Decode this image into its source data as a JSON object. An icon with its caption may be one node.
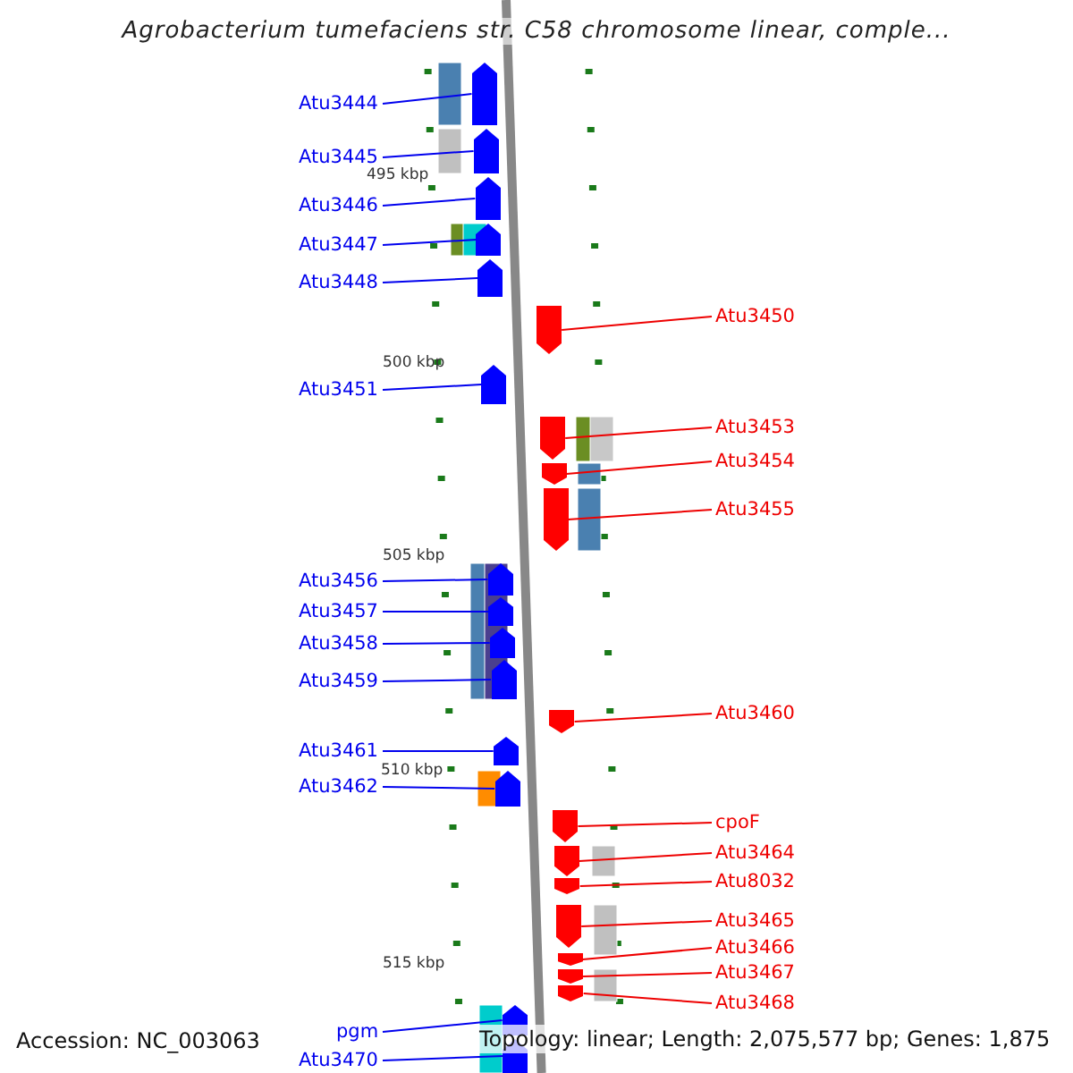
{
  "diagram": {
    "title": "Agrobacterium tumefaciens str. C58 chromosome linear, comple...",
    "nodes": [
      {
        "text": [
          "Atu3444"
        ]
      },
      {
        "text": [],
        "shape": "arrow"
      },
      {
        "text": [
          "Atu3445"
        ]
      },
      {
        "text": [],
        "shape": "arrow"
      },
      {
        "text": [
          "Atu3446"
        ]
      },
      {
        "text": [],
        "shape": "arrow"
      },
      {
        "text": [
          "Atu3447"
        ]
      },
      {
        "text": [],
        "shape": "arrow"
      },
      {
        "text": [
          "Atu3448"
        ]
      },
      {
        "text": [],
        "shape": "arrow"
      },
      {
        "text": [
          "Atu3450"
        ]
      },
      {
        "text": [],
        "shape": "arrow"
      },
      {
        "text": [
          "Atu3451"
        ]
      },
      {
        "text": [],
        "shape": "arrow"
      },
      {
        "text": [
          "Atu3453"
        ]
      },
      {
        "text": [],
        "shape": "arrow"
      },
      {
        "text": [
          "Atu3454"
        ]
      },
      {
        "text": [],
        "shape": "arrow"
      },
      {
        "text": [
          "Atu3455"
        ]
      },
      {
        "text": [],
        "shape": "arrow"
      },
      {
        "text": [
          "Atu3456"
        ]
      },
      {
        "text": [],
        "shape": "arrow"
      },
      {
        "text": [
          "Atu3457"
        ]
      },
      {
        "text": [],
        "shape": "arrow"
      },
      {
        "text": [
          "Atu3458"
        ]
      },
      {
        "text": [],
        "shape": "arrow"
      },
      {
        "text": [
          "Atu3459"
        ]
      },
      {
        "text": [],
        "shape": "arrow"
      },
      {
        "text": [
          "Atu3460"
        ]
      },
      {
        "text": [],
        "shape": "arrow"
      },
      {
        "text": [
          "Atu3461"
        ]
      },
      {
        "text": [],
        "shape": "arrow"
      },
      {
        "text": [
          "Atu3462"
        ]
      },
      {
        "text": [],
        "shape": "arrow"
      },
      {
        "text": [
          "cpoF"
        ]
      },
      {
        "text": [],
        "shape": "arrow"
      },
      {
        "text": [
          "Atu3464"
        ]
      },
      {
        "text": [],
        "shape": "arrow"
      },
      {
        "text": [
          "Atu8032"
        ]
      },
      {
        "text": [],
        "shape": "arrow"
      },
      {
        "text": [
          "Atu3465"
        ]
      },
      {
        "text": [],
        "shape": "arrow"
      },
      {
        "text": [
          "Atu3466"
        ]
      },
      {
        "text": [],
        "shape": "arrow"
      },
      {
        "text": [
          "Atu3467"
        ]
      },
      {
        "text": [],
        "shape": "arrow"
      },
      {
        "text": [
          "Atu3468"
        ]
      },
      {
        "text": [],
        "shape": "arrow"
      },
      {
        "text": [
          "pgm"
        ]
      },
      {
        "text": [],
        "shape": "arrow"
      },
      {
        "text": [
          "Atu3470"
        ]
      },
      {
        "text": [],
        "shape": "arrow"
      }
    ],
    "edges": [
      {
        "from": 0,
        "to": 1,
        "arrow": "none"
      },
      {
        "from": 2,
        "to": 3,
        "arrow": "none"
      },
      {
        "from": 4,
        "to": 5,
        "arrow": "none"
      },
      {
        "from": 6,
        "to": 7,
        "arrow": "none"
      },
      {
        "from": 8,
        "to": 9,
        "arrow": "none"
      },
      {
        "from": 10,
        "to": 11,
        "arrow": "none",
        "color": "#ee0000"
      },
      {
        "from": 12,
        "to": 13,
        "arrow": "none"
      },
      {
        "from": 14,
        "to": 15,
        "arrow": "none",
        "color": "#ee0000"
      },
      {
        "from": 16,
        "to": 17,
        "arrow": "none",
        "color": "#ee0000"
      },
      {
        "from": 18,
        "to": 19,
        "arrow": "none",
        "color": "#ee0000"
      },
      {
        "from": 20,
        "to": 21,
        "arrow": "none"
      },
      {
        "from": 22,
        "to": 23,
        "arrow": "none"
      },
      {
        "from": 24,
        "to": 25,
        "arrow": "none"
      },
      {
        "from": 26,
        "to": 27,
        "arrow": "none"
      },
      {
        "from": 28,
        "to": 29,
        "arrow": "none",
        "color": "#ee0000"
      },
      {
        "from": 30,
        "to": 31,
        "arrow": "none"
      },
      {
        "from": 32,
        "to": 33,
        "arrow": "none"
      },
      {
        "from": 34,
        "to": 35,
        "arrow": "none",
        "color": "#ee0000"
      },
      {
        "from": 36,
        "to": 37,
        "arrow": "none",
        "color": "#ee0000"
      },
      {
        "from": 38,
        "to": 39,
        "arrow": "none",
        "color": "#ee0000"
      },
      {
        "from": 40,
        "to": 41,
        "arrow": "none",
        "color": "#ee0000"
      },
      {
        "from": 42,
        "to": 43,
        "arrow": "none",
        "color": "#ee0000"
      },
      {
        "from": 44,
        "to": 45,
        "arrow": "none",
        "color": "#ee0000"
      },
      {
        "from": 46,
        "to": 47,
        "arrow": "none",
        "color": "#ee0000"
      },
      {
        "from": 48,
        "to": 49,
        "arrow": "none"
      },
      {
        "from": 50,
        "to": 51,
        "arrow": "none"
      }
    ],
    "labels": [
      "495 kbp",
      "500 kbp",
      "505 kbp",
      "510 kbp",
      "515 kbp",
      "Accession: NC_003063",
      "Topology: linear; Length: 2,075,577 bp; Genes: 1,875"
    ]
  }
}
